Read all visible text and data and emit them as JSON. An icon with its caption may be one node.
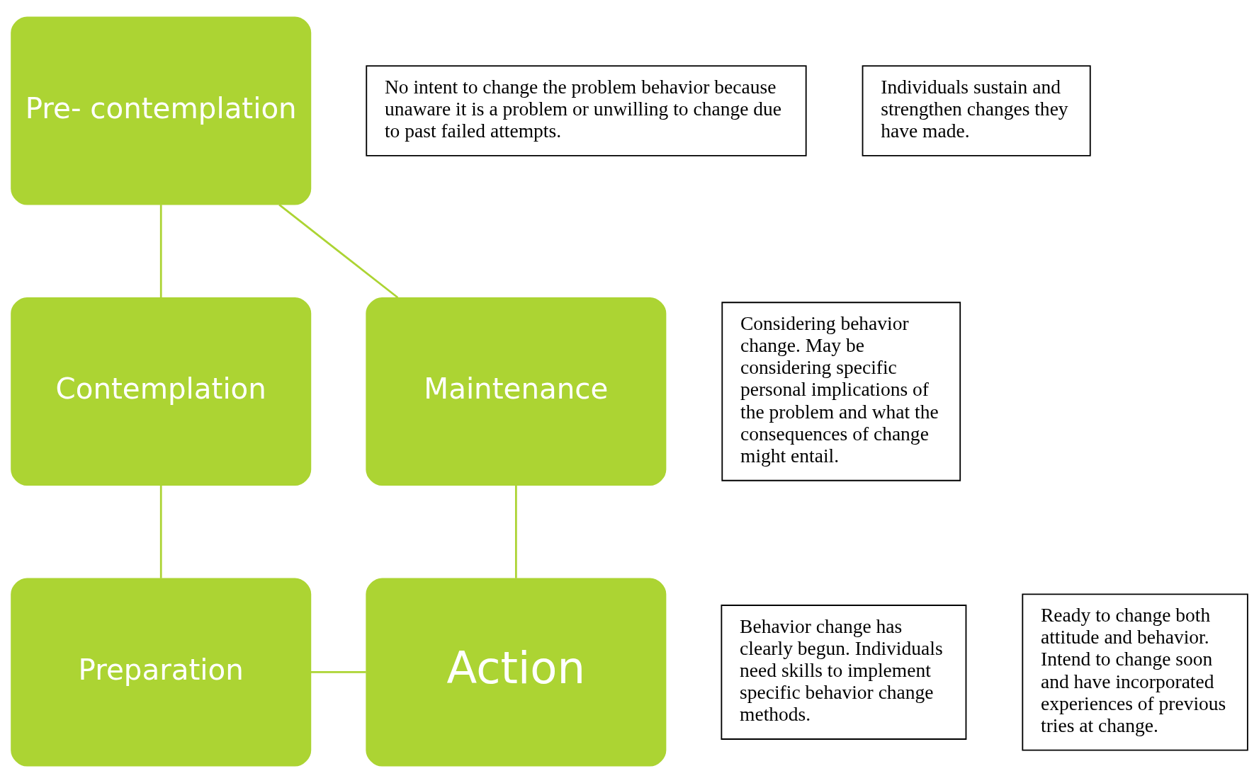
{
  "diagram": {
    "nodes": [
      {
        "text": [
          "Pre- contemplation"
        ]
      },
      {
        "text": [
          "No intent to change the problem behavior because unaware it is a problem or unwilling to change due to past failed attempts."
        ]
      },
      {
        "text": [
          "Individuals sustain and strengthen changes they have made."
        ]
      },
      {
        "text": [
          "Maintenance"
        ]
      },
      {
        "text": [
          "Contemplation"
        ]
      },
      {
        "text": [
          "Considering behavior change. May be considering specific personal implications of the problem and what the consequences of change might entail."
        ]
      },
      {
        "text": [
          "Behavior change has clearly begun. Individuals need skills to implement specific behavior change methods."
        ]
      },
      {
        "text": [
          "Action"
        ]
      },
      {
        "text": [
          "Preparation"
        ]
      },
      {
        "text": [
          "Ready to change both attitude and behavior. Intend to change soon and have incorporated experiences of previous tries at change."
        ]
      }
    ],
    "edges": [
      {
        "from": 0,
        "to": 4,
        "arrow": "none"
      },
      {
        "from": 4,
        "to": 8,
        "arrow": "none"
      },
      {
        "from": 8,
        "to": 7,
        "arrow": "none"
      },
      {
        "from": 7,
        "to": 3,
        "arrow": "none"
      },
      {
        "from": 3,
        "to": 0,
        "arrow": "none"
      }
    ]
  }
}
